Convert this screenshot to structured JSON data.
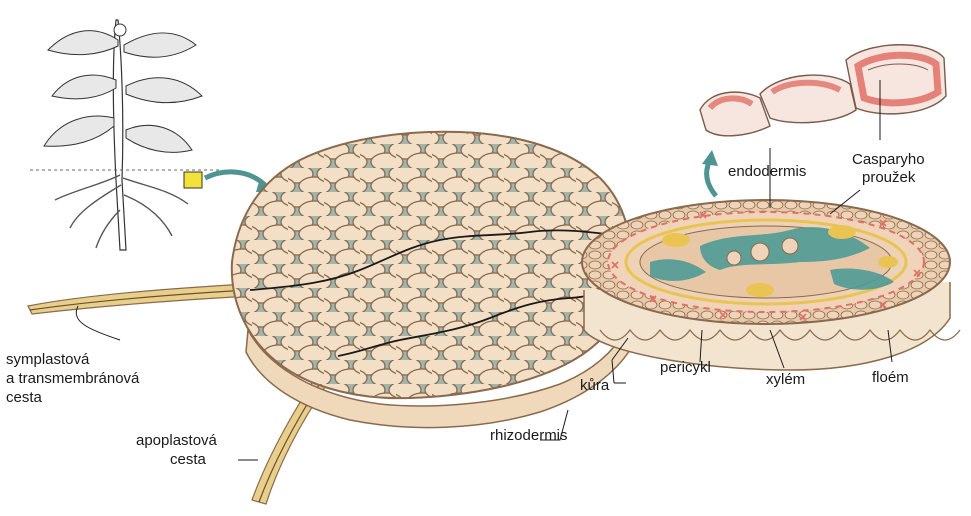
{
  "labels": {
    "endodermis": "endodermis",
    "caspary_1": "Casparyho",
    "caspary_2": "proužek",
    "symplast_1": "symplastová",
    "symplast_2": "a transmembránová",
    "symplast_3": "cesta",
    "apoplast_1": "apoplastová",
    "apoplast_2": "cesta",
    "pericycle": "pericykl",
    "xylem": "xylém",
    "phloem": "floém",
    "cortex": "kůra",
    "rhizodermis": "rhizodermis"
  },
  "colors": {
    "cell_fill": "#f3dfc6",
    "cell_wall": "#8a6a4e",
    "intercellular": "#9fb5ad",
    "root_hair": "#e9d08a",
    "caspary_strip": "#e07068",
    "xylem_fill": "#4f9a96",
    "phloem_fill": "#e9c453",
    "arrow": "#4f9491",
    "plant": "#ffffff",
    "highlight": "#f2e23a"
  }
}
